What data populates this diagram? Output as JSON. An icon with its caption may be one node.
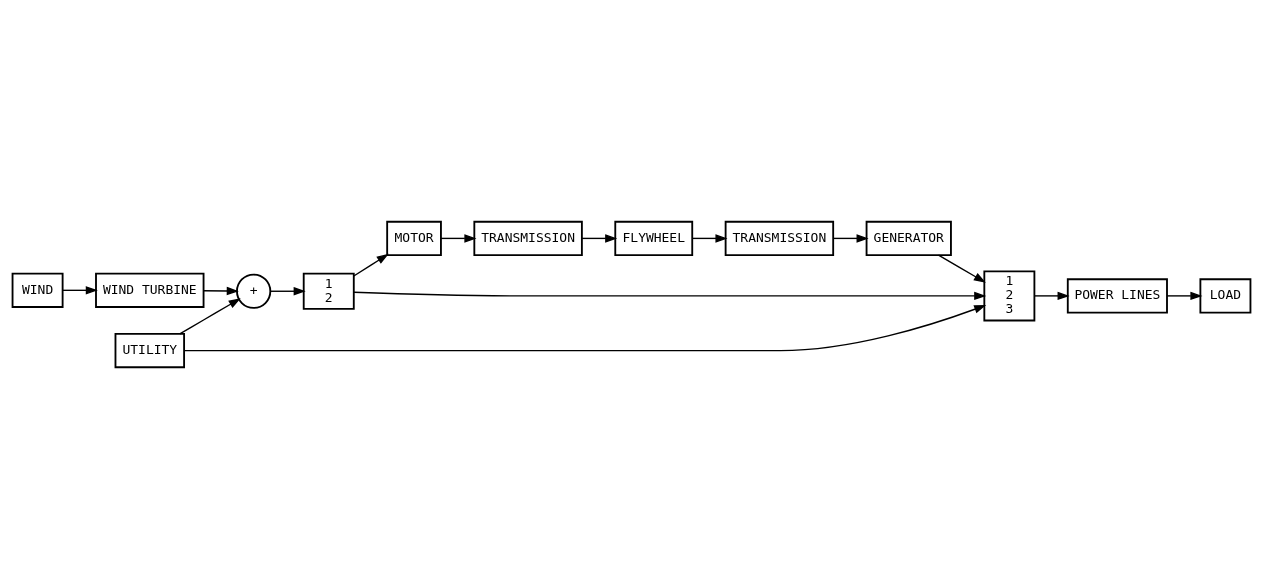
{
  "diagram": {
    "nodes": [
      {
        "text": [
          "WIND TURBINE"
        ]
      },
      {
        "text": [
          "WIND"
        ]
      },
      {
        "text": [
          "+"
        ]
      },
      {
        "text": [
          "1",
          "2"
        ]
      },
      {
        "text": [
          "MOTOR"
        ]
      },
      {
        "text": [
          "TRANSMISSION"
        ]
      },
      {
        "text": [
          "FLYWHEEL"
        ]
      },
      {
        "text": [
          "TRANSMISSION"
        ]
      },
      {
        "text": [
          "GENERATOR"
        ]
      },
      {
        "text": [
          "1",
          "2",
          "3"
        ]
      },
      {
        "text": [
          "POWER LINES"
        ]
      },
      {
        "text": [
          "LOAD"
        ]
      },
      {
        "text": [
          "UTILITY"
        ]
      }
    ],
    "edges": [
      {
        "from": 1,
        "to": 0,
        "arrow": "to"
      },
      {
        "from": 0,
        "to": 2,
        "arrow": "to"
      },
      {
        "from": 12,
        "to": 2,
        "arrow": "to"
      },
      {
        "from": 2,
        "to": 3,
        "arrow": "to"
      },
      {
        "from": 3,
        "to": 9,
        "arrow": "to"
      },
      {
        "from": 3,
        "to": 4,
        "arrow": "to"
      },
      {
        "from": 4,
        "to": 5,
        "arrow": "to"
      },
      {
        "from": 5,
        "to": 6,
        "arrow": "to"
      },
      {
        "from": 6,
        "to": 7,
        "arrow": "to"
      },
      {
        "from": 7,
        "to": 8,
        "arrow": "to"
      },
      {
        "from": 8,
        "to": 9,
        "arrow": "to"
      },
      {
        "from": 12,
        "to": 9,
        "arrow": "to"
      },
      {
        "from": 9,
        "to": 10,
        "arrow": "to"
      },
      {
        "from": 10,
        "to": 11,
        "arrow": "to"
      }
    ]
  }
}
